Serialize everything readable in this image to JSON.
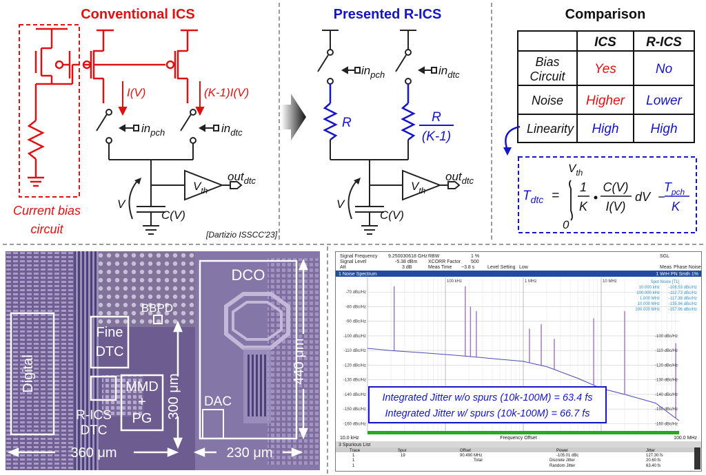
{
  "conventional": {
    "title": "Conventional ICS",
    "bias_label_1": "Current bias",
    "bias_label_2": "circuit",
    "i_label": "I(V)",
    "k_label": "(K-1)I(V)",
    "in_pch": "in",
    "in_pch_sub": "pch",
    "in_dtc": "in",
    "in_dtc_sub": "dtc",
    "cap": "C(V)",
    "v": "V",
    "vth": "V",
    "vth_sub": "th",
    "out": "out",
    "out_sub": "dtc",
    "citation": "[Dartizio ISSCC'23]"
  },
  "presented": {
    "title": "Presented R-ICS",
    "in_pch": "in",
    "in_pch_sub": "pch",
    "in_dtc": "in",
    "in_dtc_sub": "dtc",
    "r": "R",
    "r2_num": "R",
    "r2_den": "(K-1)",
    "cap": "C(V)",
    "v": "V",
    "vth": "V",
    "vth_sub": "th",
    "out": "out",
    "out_sub": "dtc"
  },
  "comparison": {
    "title": "Comparison",
    "headers": [
      "ICS",
      "R-ICS"
    ],
    "rows": [
      {
        "label": "Bias Circuit",
        "label_1": "Bias",
        "label_2": "Circuit",
        "ics": "Yes",
        "rics": "No"
      },
      {
        "label": "Noise",
        "ics": "Higher",
        "rics": "Lower"
      },
      {
        "label": "Linearity",
        "ics": "High",
        "rics": "High"
      }
    ],
    "colors": {
      "ics": "#e01010",
      "rics": "#1414c8"
    },
    "formula": {
      "lhs": "T",
      "lhs_sub": "dtc",
      "eq": "=",
      "upper": "V",
      "upper_sub": "th",
      "lower": "0",
      "one": "1",
      "k": "K",
      "cv": "C(V)",
      "iv": "I(V)",
      "dv": "dV",
      "minus": "−",
      "tpch": "T",
      "tpch_sub": "pch"
    }
  },
  "die": {
    "labels": [
      "DCO",
      "BBPD",
      "Fine",
      "DTC",
      "Digital",
      "MMD",
      "+",
      "PG",
      "R-ICS",
      "DTC",
      "DAC"
    ],
    "dim_300": "300 μm",
    "dim_440": "440 μm",
    "dim_360": "360 μm",
    "dim_230": "230 μm"
  },
  "spectrum": {
    "signal_frequency_label": "Signal Frequency",
    "signal_frequency": "9.250030618 GHz",
    "signal_level_label": "Signal Level",
    "signal_level": "-5.38 dBm",
    "att_label": "Att",
    "att": "3 dB",
    "rbw_label": "RBW",
    "rbw": "1 %",
    "xcorr_label": "XCORR Factor",
    "xcorr": "500",
    "meas_time_label": "Meas Time",
    "meas_time": "~3.8 s",
    "level_setting_label": "Level Setting",
    "level_setting": "Low",
    "sgl": "SGL",
    "meas_label": "Meas",
    "meas": "Phase Noise",
    "trace_title": "1 Noise Spectrum",
    "trace_tag": "1 WrH PN Smth 1%",
    "spot_noise_title": "Spot Noise [T1]",
    "spot_noise": [
      {
        "f": "10.000 kHz",
        "v": "-108.53 dBc/Hz"
      },
      {
        "f": "100.000 kHz",
        "v": "-112.73 dBc/Hz"
      },
      {
        "f": "1.000 MHz",
        "v": "-117.38 dBc/Hz"
      },
      {
        "f": "10.000 MHz",
        "v": "-135.94 dBc/Hz"
      },
      {
        "f": "100.000 MHz",
        "v": "-157.96 dBc/Hz"
      }
    ],
    "decade_labels": [
      "100 kHz",
      "1 MHz",
      "10 MHz"
    ],
    "x_start": "10.0 kHz",
    "x_center": "Frequency Offset",
    "x_end": "100.0 MHz",
    "jitter_1": "Integrated Jitter w/o spurs (10k-100M) = 63.4 fs",
    "jitter_2": "Integrated Jitter w/ spurs (10k-100M) = 66.7 fs",
    "spur_list_title": "3 Spurious List",
    "spur_headers": [
      "Trace",
      "Spur",
      "Offset",
      "Power",
      "Jitter"
    ],
    "spur_row_0": [
      "1",
      "19",
      "90.490 MHz",
      "-105.01 dBc",
      "127.30 fs"
    ],
    "spur_rows": [
      [
        "1",
        "",
        "Total",
        "Discrete Jitter",
        "20.60 fs"
      ],
      [
        "1",
        "",
        "",
        "Random Jitter",
        "63.40 fs"
      ]
    ]
  },
  "chart_data": {
    "type": "line",
    "xlabel": "Frequency Offset",
    "ylabel": "",
    "x_scale": "log",
    "xlim": [
      10000,
      100000000
    ],
    "ylim": [
      -165,
      -60
    ],
    "y_ticks": [
      -70,
      -80,
      -90,
      -100,
      -110,
      -120,
      -130,
      -140,
      -150,
      -160
    ],
    "y_tick_labels": [
      "-70 dBc/Hz",
      "-80 dBc/Hz",
      "-90 dBc/Hz",
      "-100 dBc/Hz",
      "-110 dBc/Hz",
      "-120 dBc/Hz",
      "-130 dBc/Hz",
      "-140 dBc/Hz",
      "-150 dBc/Hz",
      "-160 dBc/Hz"
    ],
    "y_tick_labels_right": [
      "-100 dBc/Hz",
      "-110 dBc/Hz",
      "-120 dBc/Hz",
      "-130 dBc/Hz",
      "-140 dBc/Hz",
      "-150 dBc/Hz",
      "-160 dBc/Hz"
    ],
    "grid": true,
    "series": [
      {
        "x": [
          10000,
          20000,
          50000,
          100000,
          200000,
          500000,
          1000000,
          2000000,
          5000000,
          10000000,
          20000000,
          50000000,
          100000000
        ],
        "values": [
          -108.5,
          -110,
          -111.5,
          -112.7,
          -114,
          -116,
          -117.4,
          -121,
          -129,
          -135.9,
          -140,
          -146,
          -158
        ]
      }
    ],
    "spurs": [
      {
        "x": 22000,
        "top": -66
      },
      {
        "x": 180000,
        "top": -66
      },
      {
        "x": 210000,
        "top": -80
      },
      {
        "x": 250000,
        "top": -83
      },
      {
        "x": 1200000,
        "top": -95
      },
      {
        "x": 1700000,
        "top": -92
      },
      {
        "x": 2500000,
        "top": -102
      },
      {
        "x": 8000000,
        "top": -88
      },
      {
        "x": 20000000,
        "top": -83
      },
      {
        "x": 90500000,
        "top": -105
      }
    ]
  }
}
